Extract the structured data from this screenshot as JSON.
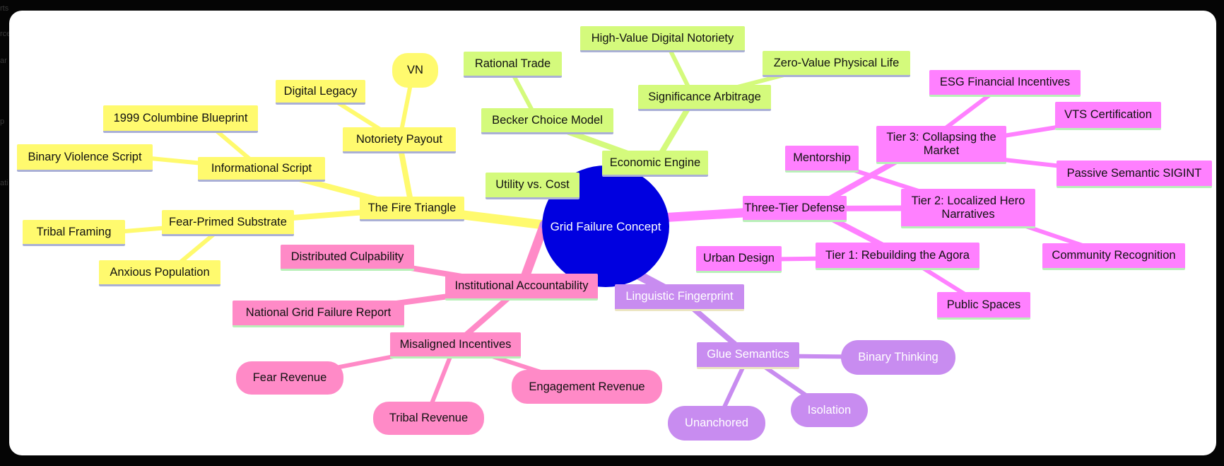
{
  "background_fragments": [
    "rts",
    "rce",
    "ar",
    "p",
    "ati"
  ],
  "colors": {
    "root": "#0000e0",
    "fire_triangle_branch": "#fffa6e",
    "economic_engine_branch": "#d4fa7c",
    "three_tier_defense_branch": "#ff80ff",
    "institutional_accountability_branch": "#ff8ac7",
    "linguistic_fingerprint_branch": "#c88cf0"
  },
  "mindmap": {
    "root": "Grid Failure Concept",
    "fire_triangle": {
      "label": "The Fire Triangle",
      "informational_script": "Informational Script",
      "columbine": "1999 Columbine Blueprint",
      "binary_violence": "Binary Violence Script",
      "notoriety_payout": "Notoriety Payout",
      "digital_legacy": "Digital Legacy",
      "vn": "VN",
      "fear_primed": "Fear-Primed Substrate",
      "tribal_framing": "Tribal Framing",
      "anxious_population": "Anxious Population"
    },
    "economic_engine": {
      "label": "Economic Engine",
      "becker": "Becker Choice Model",
      "rational_trade": "Rational Trade",
      "utility_cost": "Utility vs. Cost",
      "significance": "Significance Arbitrage",
      "high_value": "High-Value Digital Notoriety",
      "zero_value": "Zero-Value Physical Life"
    },
    "three_tier": {
      "label": "Three-Tier Defense",
      "tier3": "Tier 3: Collapsing the Market",
      "esg": "ESG Financial Incentives",
      "vts": "VTS Certification",
      "sigint": "Passive Semantic SIGINT",
      "mentorship": "Mentorship",
      "tier2": "Tier 2: Localized Hero Narratives",
      "community": "Community Recognition",
      "tier1": "Tier 1: Rebuilding the Agora",
      "urban": "Urban Design",
      "public_spaces": "Public Spaces"
    },
    "institutional": {
      "label": "Institutional Accountability",
      "distributed": "Distributed Culpability",
      "national_report": "National Grid Failure Report",
      "misaligned": "Misaligned Incentives",
      "fear_revenue": "Fear Revenue",
      "tribal_revenue": "Tribal Revenue",
      "engagement_revenue": "Engagement Revenue"
    },
    "linguistic": {
      "label": "Linguistic Fingerprint",
      "glue": "Glue Semantics",
      "binary_thinking": "Binary Thinking",
      "isolation": "Isolation",
      "unanchored": "Unanchored"
    }
  }
}
